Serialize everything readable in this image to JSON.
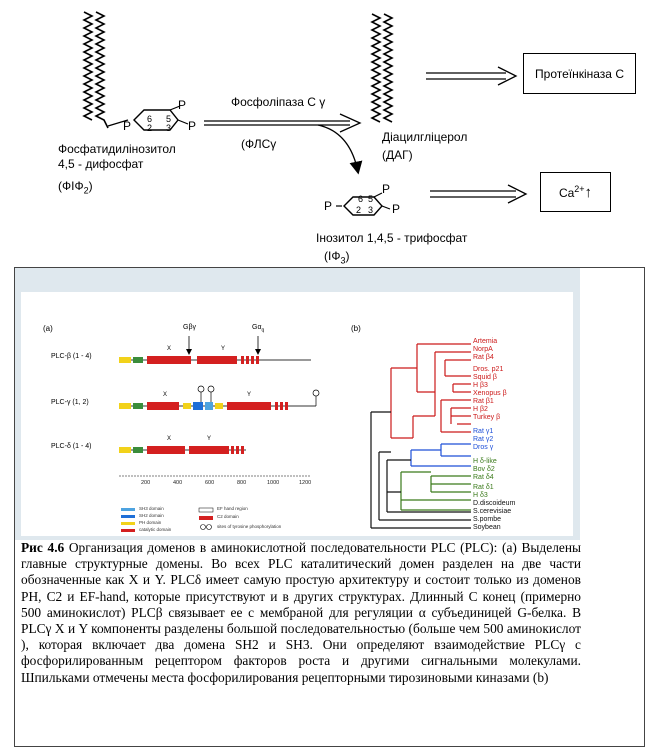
{
  "scheme": {
    "pip2_name_line1": "Фосфатидилінозитол",
    "pip2_name_line2": "4,5 - дифосфат",
    "pip2_abbr": "(ФІФ",
    "pip2_abbr_sub": "2",
    "pip2_abbr_close": ")",
    "enzyme_name": "Фосфоліпаза С γ",
    "enzyme_abbr": "(ФЛСγ",
    "dag_name": "Діацилгліцерол",
    "dag_abbr": "(ДАГ)",
    "pkc_label": "Протеїнкіназа С",
    "ca_label": "Ca",
    "ca_sup": "2+",
    "ca_arrow": "↑",
    "ip3_name": "Інозитол 1,4,5 - трифосфат",
    "ip3_abbr": "(ІФ",
    "ip3_abbr_sub": "3",
    "ip3_abbr_close": ")",
    "ring_p": "P",
    "ring_n6": "6",
    "ring_n2": "2",
    "ring_n5": "5",
    "ring_n3": "3"
  },
  "figure": {
    "panel_a_label": "(a)",
    "panel_b_label": "(b)",
    "g_beta_gamma": "Gβγ",
    "g_alpha": "Gα",
    "g_alpha_sub": "q",
    "constructs": [
      {
        "name": "PLC-β (1 - 4)"
      },
      {
        "name": "PLC-γ (1, 2)"
      },
      {
        "name": "PLC-δ (1 - 4)"
      }
    ],
    "domain_x": "X",
    "domain_y": "Y",
    "scale_ticks": [
      "200",
      "400",
      "600",
      "800",
      "1000",
      "1200"
    ],
    "legend": [
      "SH3 domain",
      "SH2 domain",
      "PH domain",
      "catalytic domain",
      "EF hand region",
      "C2 domain",
      "sites of tyrosine phosphorylation"
    ],
    "tree_red": [
      "Artemia",
      "NorpA",
      "Rat β4",
      "Dros. p21",
      "Squid β",
      "H β3",
      "Xenopus β",
      "Rat β1",
      "H β2",
      "Turkey β"
    ],
    "tree_blue": [
      "Rat γ1",
      "Rat γ2",
      "Dros γ"
    ],
    "tree_green": [
      "H δ-like",
      "Bov δ2",
      "Rat δ4",
      "Rat δ1",
      "H δ3"
    ],
    "tree_black": [
      "D.discoideum",
      "S.cerevisiae",
      "S.pombe",
      "Soybean"
    ],
    "colors": {
      "red": "#cc1a1a",
      "blue": "#1d4fd8",
      "green": "#3a7a1a",
      "black": "#111111",
      "panel_bg": "#dfe8ee",
      "yellow": "#f2d21a",
      "catalytic": "#d42020"
    }
  },
  "caption": {
    "title": "Рис 4.6",
    "text": " Организация доменов в аминокислотной последовательности PLC (PLC): (a) Выделены главные структурные домены. Во всех PLC каталитический домен разделен на две части обозначенные как X и Y. PLCδ имеет самую простую архитектуру и состоит только из доменов PH, C2 и EF-hand, которые присутствуют и в других структурах. Длинный С конец (примерно 500 аминокислот) PLCβ связывает ее с мембраной для регуляции α субъединицей G-белка. В PLCγ X и Y компоненты разделены большой последовательностью (больше чем 500 аминокислот ), которая включает два домена SH2 и SH3. Они определяют взаимодействие PLCγ с фосфорилированным рецептором факторов роста и другими сигнальными молекулами. Шпильками отмечены места фосфорилирования рецепторными тирозиновыми киназами (b)"
  }
}
